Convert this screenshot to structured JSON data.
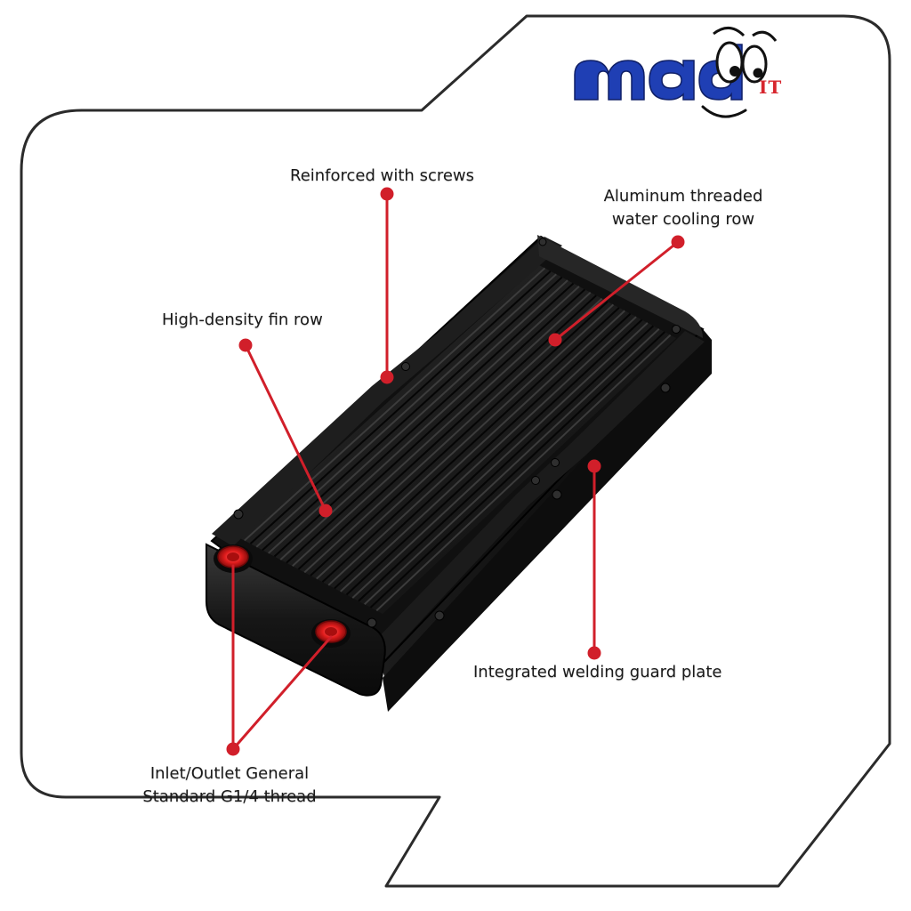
{
  "brand": {
    "name": "mad",
    "suffix": "IT",
    "colors": {
      "primary": "#1f3fb4",
      "accent": "#d7262e"
    }
  },
  "callouts": {
    "reinforced_screws": "Reinforced with screws",
    "aluminum_row": [
      "Aluminum threaded",
      "water cooling row"
    ],
    "fin_row": "High-density fin row",
    "welding_plate": "Integrated welding guard plate",
    "inlet_outlet": [
      "Inlet/Outlet General",
      "Standard G1/4 thread"
    ]
  },
  "colors": {
    "frame": "#2b2b2b",
    "pointer": "#d11f2a",
    "product": "#141414"
  }
}
